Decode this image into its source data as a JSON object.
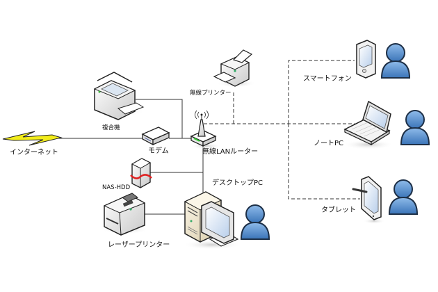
{
  "diagram": {
    "title": "",
    "nodes": {
      "internet": {
        "label": "インターネット",
        "icon": "lightning-bolt-icon"
      },
      "modem": {
        "label": "モデム",
        "icon": "modem-icon"
      },
      "mfp": {
        "label": "複合機",
        "icon": "multifunction-printer-icon"
      },
      "router": {
        "label": "無線LANルーター",
        "icon": "wireless-router-icon"
      },
      "wireless_printer": {
        "label": "無線プリンター",
        "icon": "printer-icon"
      },
      "nas": {
        "label": "NAS-HDD",
        "icon": "nas-hdd-icon"
      },
      "laser_printer": {
        "label": "レーザープリンター",
        "icon": "laser-printer-icon"
      },
      "desktop": {
        "label": "デスクトップPC",
        "icon": "desktop-pc-icon"
      },
      "smartphone": {
        "label": "スマートフォン",
        "icon": "smartphone-icon"
      },
      "notebook": {
        "label": "ノートPC",
        "icon": "laptop-icon"
      },
      "tablet": {
        "label": "タブレット",
        "icon": "tablet-icon"
      }
    },
    "connections": [
      {
        "from": "internet",
        "to": "modem",
        "type": "wired"
      },
      {
        "from": "modem",
        "to": "router",
        "type": "wired"
      },
      {
        "from": "mfp",
        "to": "router",
        "type": "wired"
      },
      {
        "from": "nas",
        "to": "router",
        "type": "wired"
      },
      {
        "from": "router",
        "to": "desktop",
        "type": "wired"
      },
      {
        "from": "laser_printer",
        "to": "desktop",
        "type": "wired"
      },
      {
        "from": "router",
        "to": "wireless_printer",
        "type": "wireless"
      },
      {
        "from": "router",
        "to": "smartphone",
        "type": "wireless"
      },
      {
        "from": "router",
        "to": "notebook",
        "type": "wireless"
      },
      {
        "from": "router",
        "to": "tablet",
        "type": "wireless"
      }
    ],
    "colors": {
      "line": "#333333",
      "lightning": "#f2ec1a",
      "user": "#4a86c8",
      "screen": "#d6e4f5",
      "desktop_case": "#efe6cf",
      "router_led": "#33cc33",
      "nas_band": "#e02020"
    },
    "users": [
      {
        "near": "smartphone",
        "icon": "user-icon"
      },
      {
        "near": "notebook",
        "icon": "user-icon"
      },
      {
        "near": "tablet",
        "icon": "user-icon"
      },
      {
        "near": "desktop",
        "icon": "user-icon"
      }
    ]
  }
}
